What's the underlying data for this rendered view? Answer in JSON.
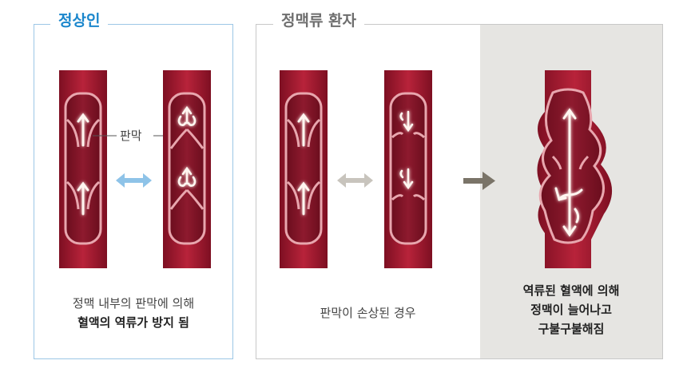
{
  "panels": {
    "normal": {
      "title": "정상인",
      "valve_label": "판막",
      "caption_line1": "정맥 내부의 판막에 의해",
      "caption_line2": "혈액의 역류가 방지 됨"
    },
    "patient": {
      "title": "정맥류 환자",
      "damaged_caption": "판막이 손상된 경우",
      "varicose_caption_line1": "역류된 혈액에 의해",
      "varicose_caption_line2": "정맥이 늘어나고",
      "varicose_caption_line3": "구불구불해짐"
    }
  },
  "colors": {
    "normal_accent": "#1a86cc",
    "patient_title": "#6e6e6e",
    "vein_outer": "#a3192f",
    "vein_inner": "#7a1022",
    "swap_arrow_normal": "#8ec3e8",
    "swap_arrow_damaged": "#c8c4bd",
    "progress_arrow": "#7a7468",
    "shade_background": "#e6e5e2"
  }
}
